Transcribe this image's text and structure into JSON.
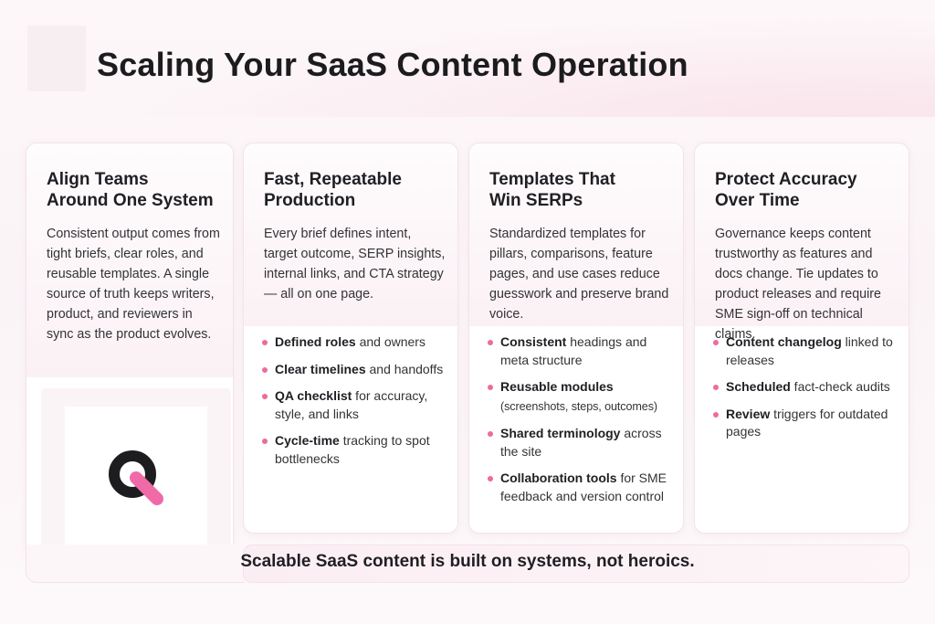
{
  "title": "Scaling Your SaaS Content Operation",
  "cards": [
    {
      "heading": "Align Teams\nAround One System",
      "description": "Consistent output comes from tight briefs, clear roles, and reusable templates. A single source of truth keeps writers, product, and reviewers in sync as the product evolves.",
      "bullets": []
    },
    {
      "heading": "Fast, Repeatable\nProduction",
      "description": "Every brief defines intent, target outcome, SERP insights, internal links, and CTA strategy — all on one page.",
      "bullets": [
        {
          "bold": "Defined roles",
          "rest": " and owners"
        },
        {
          "bold": "Clear timelines",
          "rest": " and handoffs"
        },
        {
          "bold": "QA checklist",
          "rest": " for accuracy, style, and links"
        },
        {
          "bold": "Cycle-time",
          "rest": " tracking to spot bottlenecks"
        }
      ]
    },
    {
      "heading": "Templates That\nWin SERPs",
      "description": "Standardized templates for pillars, comparisons, feature pages, and use cases reduce guesswork and preserve brand voice.",
      "bullets": [
        {
          "bold": "Consistent",
          "rest": " headings and meta structure"
        },
        {
          "bold": "Reusable modules",
          "rest": " (screenshots, steps, outcomes)"
        },
        {
          "bold": "Shared terminology",
          "rest": " across the site"
        },
        {
          "bold": "Collaboration tools",
          "rest": " for SME feedback and version control"
        }
      ]
    },
    {
      "heading": "Protect Accuracy\nOver Time",
      "description": "Governance keeps content trustworthy as features and docs change. Tie updates to product releases and require SME sign-off on technical claims.",
      "bullets": [
        {
          "bold": "Content changelog",
          "rest": " linked to releases"
        },
        {
          "bold": "Scheduled",
          "rest": " fact-check audits"
        },
        {
          "bold": "Review",
          "rest": " triggers for outdated pages"
        }
      ]
    }
  ],
  "logo": {
    "icon": "q-logo-icon",
    "colors": {
      "ring": "#1d1d1f",
      "bar": "#f06aa8"
    }
  },
  "footer": "Scalable SaaS content is built on systems, not heroics.",
  "colors": {
    "accent": "#ee6aa0",
    "background": "#fdf7f9"
  }
}
